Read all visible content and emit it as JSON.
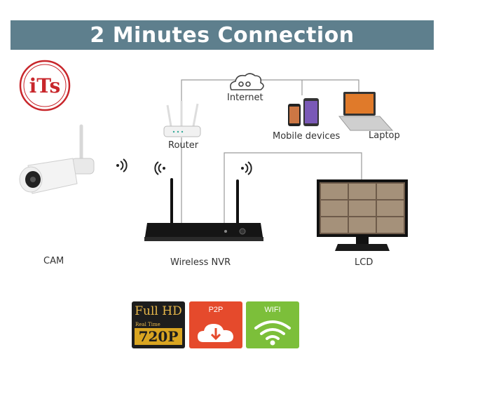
{
  "banner": {
    "title": "2 Minutes Connection"
  },
  "logo": {
    "text": "iTs",
    "color": "#c8262b"
  },
  "labels": {
    "internet": "Internet",
    "router": "Router",
    "mobile": "Mobile devices",
    "laptop": "Laptop",
    "cam": "CAM",
    "nvr": "Wireless NVR",
    "lcd": "LCD"
  },
  "badges": {
    "hd_top": "Full HD",
    "hd_sub": "Real Time",
    "hd_res": "720P",
    "p2p": "P2P",
    "wifi": "WIFI"
  },
  "colors": {
    "banner": "#5e7f8d",
    "p2p": "#e54a2c",
    "wifi": "#7cbf3a",
    "gold": "#d9a521"
  }
}
